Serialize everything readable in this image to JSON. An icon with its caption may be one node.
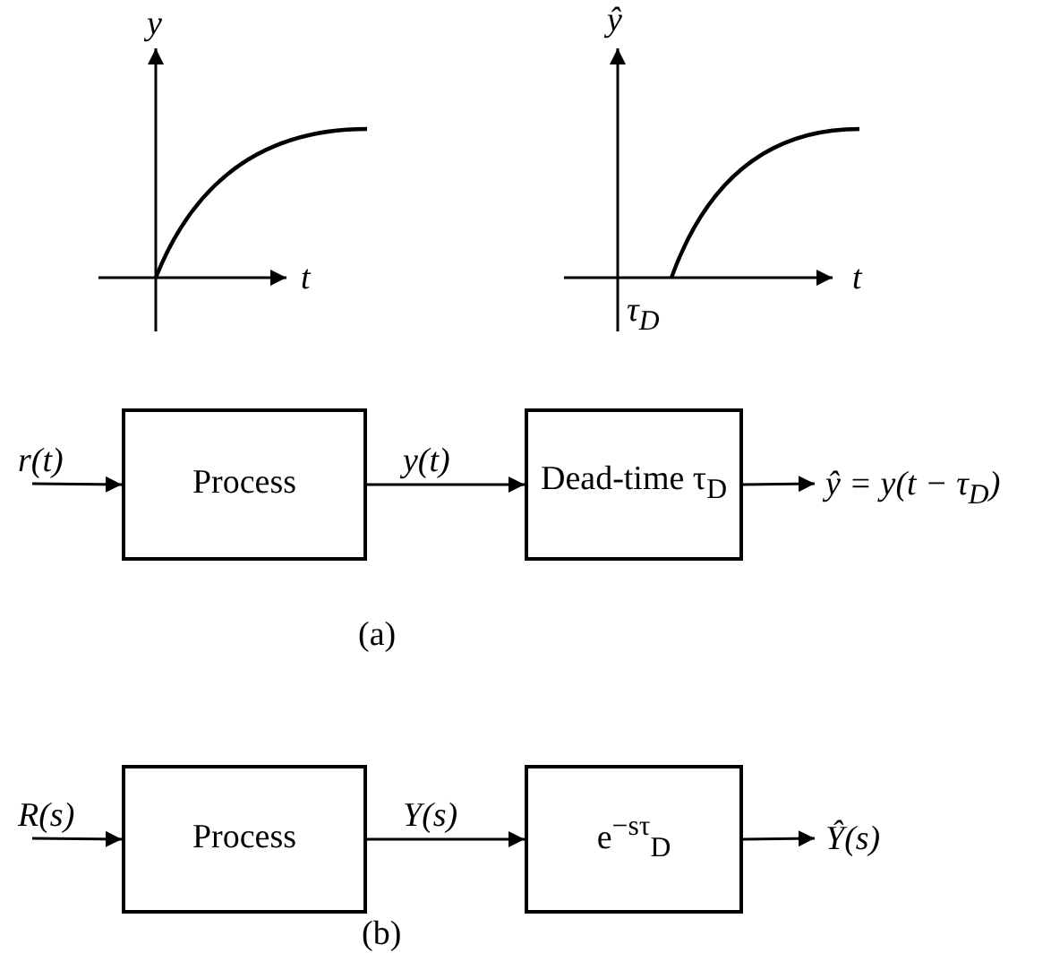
{
  "diagram": {
    "nodes": [
      {
        "text": [
          "Process"
        ]
      },
      {
        "text": [
          "Dead-time τ$_{D}$"
        ]
      },
      {
        "text": [
          "Process"
        ]
      },
      {
        "text": [
          "e$^{−sτ}$$_{D}$"
        ]
      }
    ],
    "edges": [
      {
        "from": null,
        "to": 0,
        "arrow": "to",
        "label": "r(t)"
      },
      {
        "from": 0,
        "to": 1,
        "arrow": "to",
        "label": "y(t)"
      },
      {
        "from": 1,
        "to": null,
        "arrow": "to",
        "label": "ŷ = y(t − τ$_{D}$)"
      },
      {
        "from": null,
        "to": 2,
        "arrow": "to",
        "label": "R(s)"
      },
      {
        "from": 2,
        "to": 3,
        "arrow": "to",
        "label": "Y(s)"
      },
      {
        "from": 3,
        "to": null,
        "arrow": "to",
        "label": "Ŷ(s)"
      }
    ],
    "labels": [
      "y",
      "t",
      "ŷ",
      "t",
      "τ$_{D}$",
      "(a)",
      "(b)"
    ]
  }
}
